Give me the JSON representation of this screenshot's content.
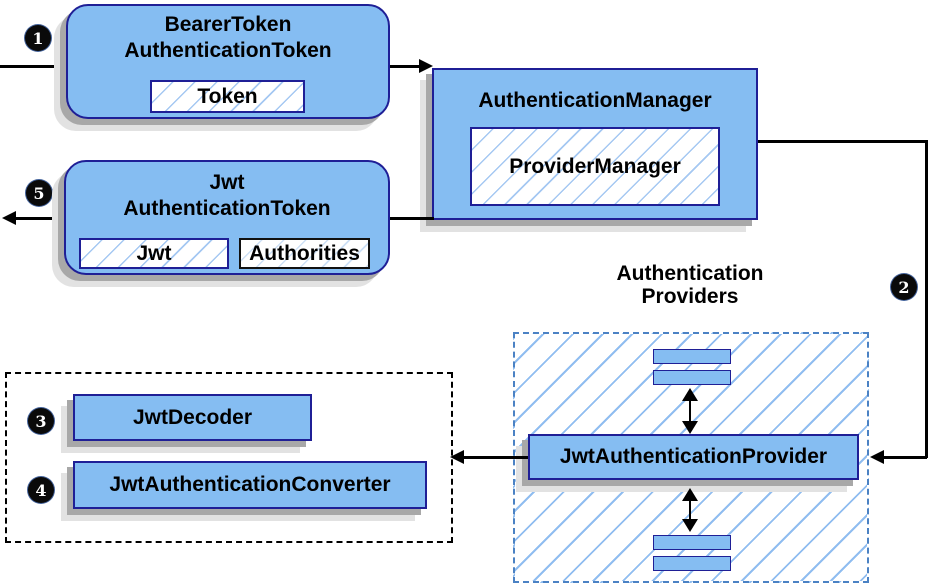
{
  "diagram": {
    "steps": {
      "s1": "1",
      "s2": "2",
      "s3": "3",
      "s4": "4",
      "s5": "5"
    },
    "nodes": {
      "bearer_token": {
        "title_line1": "BearerToken",
        "title_line2": "AuthenticationToken",
        "field": "Token"
      },
      "authentication_manager": {
        "title": "AuthenticationManager",
        "implementation": "ProviderManager"
      },
      "jwt_authentication_token": {
        "title_line1": "Jwt",
        "title_line2": "AuthenticationToken",
        "field1": "Jwt",
        "field2": "Authorities"
      },
      "providers_group": {
        "label_line1": "Authentication",
        "label_line2": "Providers",
        "provider": "JwtAuthenticationProvider"
      },
      "decoder_group": {
        "decoder": "JwtDecoder",
        "converter": "JwtAuthenticationConverter"
      }
    },
    "colors": {
      "node_fill": "#85bdf2",
      "node_border": "#1f1f96",
      "hatch_line": "#a5c8f2",
      "hatch_line_strong": "#90bdf0",
      "providers_dash": "#4b82c4",
      "arrow": "#000000",
      "shadow1": "#a8a8a8",
      "shadow2": "#e2e2e2",
      "badge_bg": "#0a0a0a",
      "badge_text": "#ffffff"
    }
  }
}
